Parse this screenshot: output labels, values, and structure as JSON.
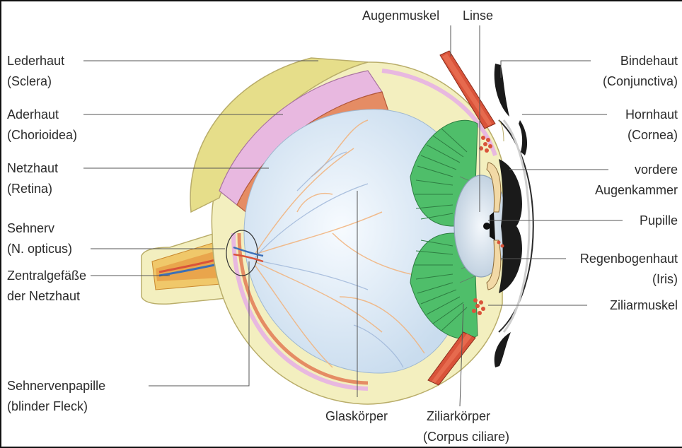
{
  "labels": {
    "lederhaut": [
      "Lederhaut",
      "(Sclera)"
    ],
    "aderhaut": [
      "Aderhaut",
      "(Chorioidea)"
    ],
    "netzhaut": [
      "Netzhaut",
      "(Retina)"
    ],
    "sehnerv": [
      "Sehnerv",
      "(N. opticus)"
    ],
    "zentralgefaesse": [
      "Zentralgefäße",
      "der Netzhaut"
    ],
    "sehnervenpapille": [
      "Sehnervenpapille",
      "(blinder Fleck)"
    ],
    "glaskoerper": [
      "Glaskörper"
    ],
    "ziliarkoerper": [
      "Ziliarkörper",
      "(Corpus ciliare)"
    ],
    "augenmuskel": [
      "Augenmuskel"
    ],
    "linse": [
      "Linse"
    ],
    "bindehaut": [
      "Bindehaut",
      "(Conjunctiva)"
    ],
    "hornhaut": [
      "Hornhaut",
      "(Cornea)"
    ],
    "augenkammer": [
      "vordere",
      "Augenkammer"
    ],
    "pupille": [
      "Pupille"
    ],
    "regenbogenhaut": [
      "Regenbogenhaut",
      "(Iris)"
    ],
    "ziliarmuskel": [
      "Ziliarmuskel"
    ]
  },
  "colors": {
    "sclera": "#f3efbf",
    "sclera_band": "#e6de8a",
    "choroid": "#e8b8e0",
    "retina": "#e58c64",
    "vitreous": "#e4eef8",
    "ciliary": "#4fbe6a",
    "lens": "#dde8f2",
    "muscle": "#d9533a",
    "leader": "#555555"
  }
}
